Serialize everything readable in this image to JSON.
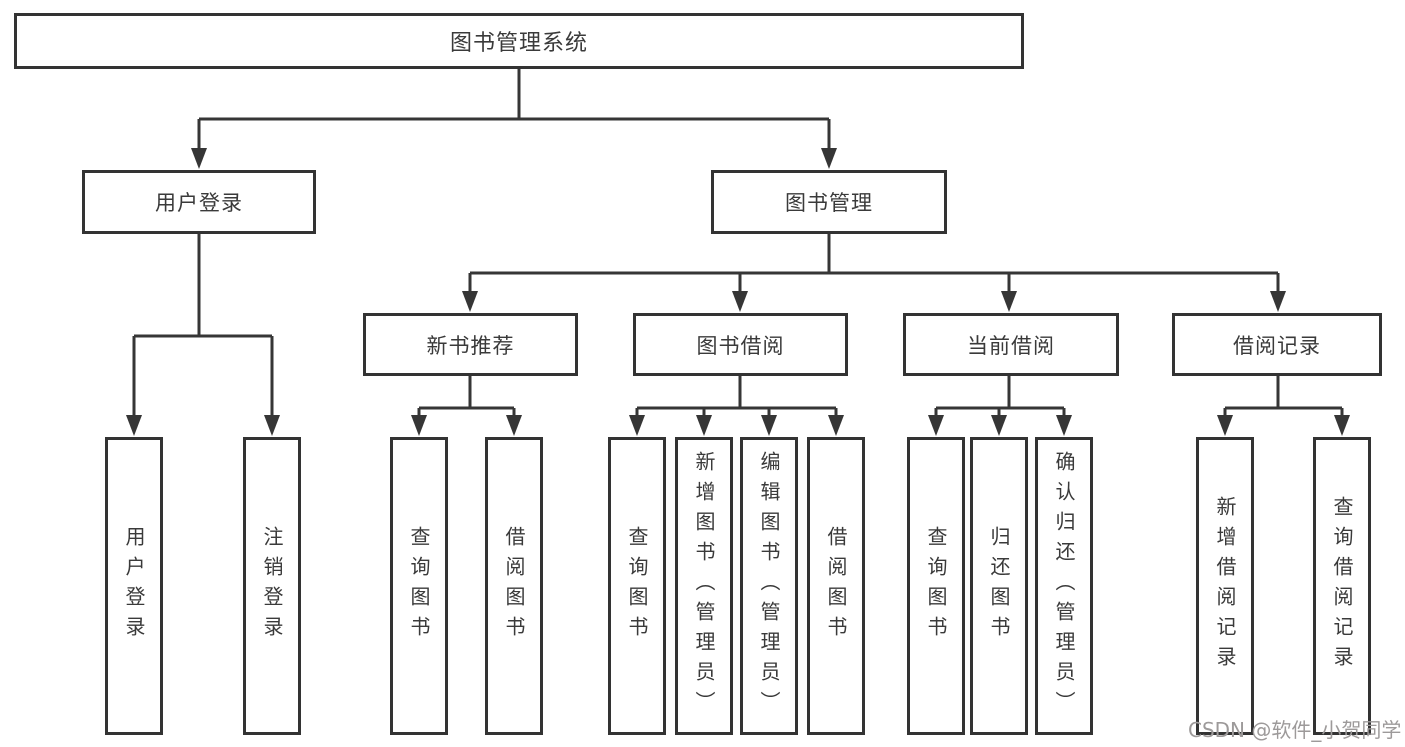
{
  "tree": {
    "root": {
      "label": "图书管理系统"
    },
    "level2": [
      {
        "label": "用户登录",
        "children": [
          {
            "label": "用户登录"
          },
          {
            "label": "注销登录"
          }
        ]
      },
      {
        "label": "图书管理",
        "children": [
          {
            "label": "新书推荐",
            "children": [
              {
                "label": "查询图书"
              },
              {
                "label": "借阅图书"
              }
            ]
          },
          {
            "label": "图书借阅",
            "children": [
              {
                "label": "查询图书"
              },
              {
                "label": "新增图书（管理员）"
              },
              {
                "label": "编辑图书（管理员）"
              },
              {
                "label": "借阅图书"
              }
            ]
          },
          {
            "label": "当前借阅",
            "children": [
              {
                "label": "查询图书"
              },
              {
                "label": "归还图书"
              },
              {
                "label": "确认归还（管理员）"
              }
            ]
          },
          {
            "label": "借阅记录",
            "children": [
              {
                "label": "新增借阅记录"
              },
              {
                "label": "查询借阅记录"
              }
            ]
          }
        ]
      }
    ]
  },
  "watermark": {
    "text": "CSDN @软件_小贺同学"
  },
  "colors": {
    "line": "#363636",
    "border": "#333333",
    "text": "#3a3a3a",
    "background": "#ffffff",
    "watermark": "#9d9a9a"
  }
}
